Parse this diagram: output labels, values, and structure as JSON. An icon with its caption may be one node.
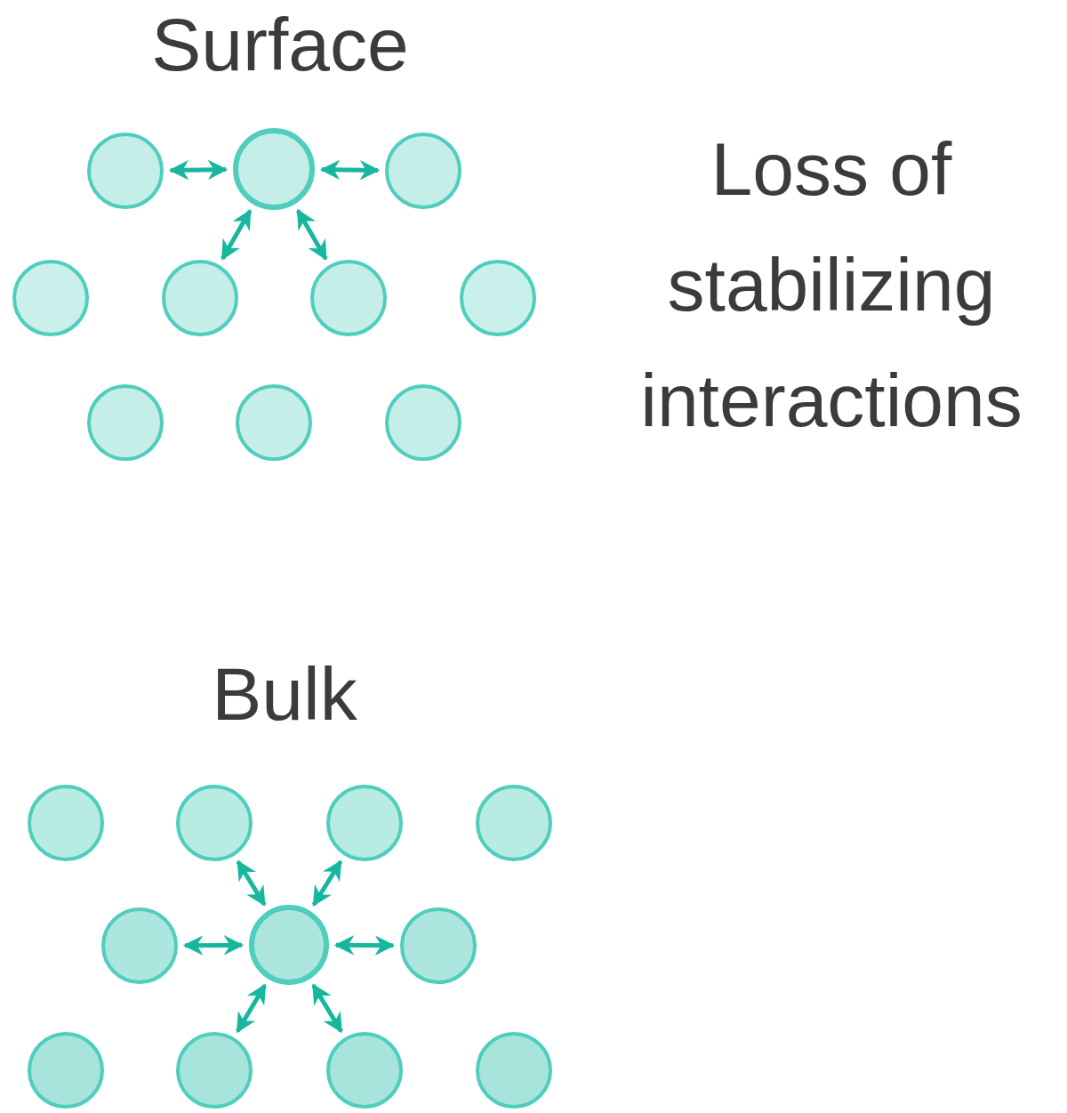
{
  "diagram": {
    "nodes": [
      {
        "text": [],
        "shape": "circle"
      },
      {
        "text": [],
        "shape": "circle"
      },
      {
        "text": [],
        "shape": "circle"
      },
      {
        "text": [],
        "shape": "circle"
      },
      {
        "text": [],
        "shape": "circle"
      },
      {
        "text": [],
        "shape": "circle"
      },
      {
        "text": [],
        "shape": "circle"
      },
      {
        "text": [],
        "shape": "circle"
      },
      {
        "text": [],
        "shape": "circle"
      },
      {
        "text": [],
        "shape": "circle"
      },
      {
        "text": [],
        "shape": "circle"
      },
      {
        "text": [],
        "shape": "circle"
      },
      {
        "text": [],
        "shape": "circle"
      },
      {
        "text": [],
        "shape": "circle"
      },
      {
        "text": [],
        "shape": "circle"
      },
      {
        "text": [],
        "shape": "circle"
      },
      {
        "text": [],
        "shape": "circle"
      },
      {
        "text": [],
        "shape": "circle"
      },
      {
        "text": [],
        "shape": "circle"
      },
      {
        "text": [],
        "shape": "circle"
      },
      {
        "text": [],
        "shape": "circle"
      }
    ],
    "edges": [
      {
        "from": 0,
        "to": 1,
        "arrow": "both"
      },
      {
        "from": 1,
        "to": 2,
        "arrow": "both"
      },
      {
        "from": 1,
        "to": 4,
        "arrow": "both"
      },
      {
        "from": 1,
        "to": 5,
        "arrow": "both"
      },
      {
        "from": 15,
        "to": 11,
        "arrow": "both"
      },
      {
        "from": 15,
        "to": 12,
        "arrow": "both"
      },
      {
        "from": 14,
        "to": 15,
        "arrow": "both"
      },
      {
        "from": 15,
        "to": 16,
        "arrow": "both"
      },
      {
        "from": 15,
        "to": 18,
        "arrow": "both"
      },
      {
        "from": 15,
        "to": 19,
        "arrow": "both"
      }
    ],
    "labels": [
      "Surface",
      "Loss of stabilizing interactions",
      "Bulk"
    ]
  }
}
